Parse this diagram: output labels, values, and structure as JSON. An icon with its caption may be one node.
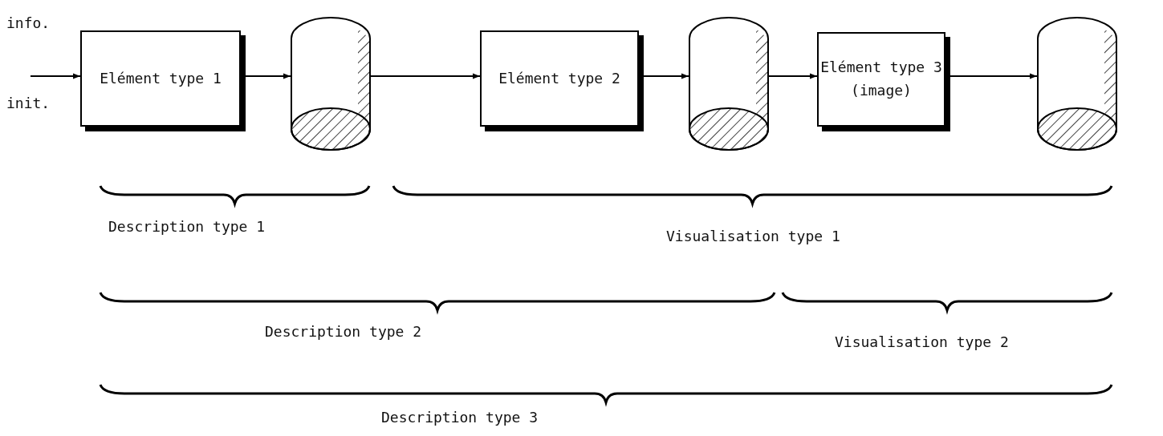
{
  "diagram": {
    "nodes": [
      {
        "text": [
          "Elément type 1"
        ]
      },
      {
        "text": [],
        "shape": "cylinder"
      },
      {
        "text": [
          "Elément type 2"
        ]
      },
      {
        "text": [],
        "shape": "cylinder"
      },
      {
        "text": [
          "Elément type 3 (image)"
        ]
      },
      {
        "text": [],
        "shape": "cylinder"
      }
    ],
    "edges": [
      {
        "from": null,
        "to": 0,
        "arrow": "to"
      },
      {
        "from": 0,
        "to": 1,
        "arrow": "to"
      },
      {
        "from": 1,
        "to": 2,
        "arrow": "to"
      },
      {
        "from": 2,
        "to": 3,
        "arrow": "to"
      },
      {
        "from": 3,
        "to": 4,
        "arrow": "to"
      },
      {
        "from": 4,
        "to": 5,
        "arrow": "to"
      }
    ],
    "labels": [
      "info.",
      "init.",
      "Description type 1",
      "Visualisation type 1",
      "Description type 2",
      "Visualisation type 2",
      "Description type 3"
    ]
  }
}
